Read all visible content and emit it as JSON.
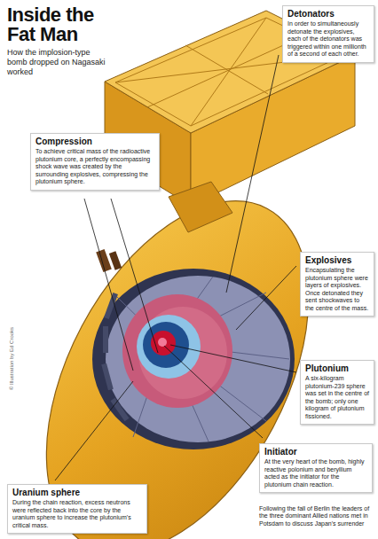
{
  "diagram": {
    "title": "Inside the Fat Man",
    "nodes": [
      {
        "text": [
          "Detonators",
          "In order to simultaneously detonate the explosives, each of the detonators was triggered within one millionth of a second of each other."
        ]
      },
      {
        "text": [
          "Compression",
          "To achieve critical mass of the radioactive plutonium core, a perfectly encompassing shock wave was created by the surrounding explosives, compressing the plutonium sphere."
        ]
      },
      {
        "text": [
          "Explosives",
          "Encapsulating the plutonium sphere were layers of explosives. Once detonated they sent shockwaves to the centre of the mass."
        ]
      },
      {
        "text": [
          "Plutonium",
          "A six-kilogram plutonium-239 sphere was set in the centre of the bomb; only one kilogram of plutonium fissioned."
        ]
      },
      {
        "text": [
          "Initiator",
          "At the very heart of the bomb, highly reactive polonium and beryllium acted as the initiator for the plutonium chain reaction."
        ]
      },
      {
        "text": [
          "Uranium sphere",
          "During the chain reaction, excess neutrons were reflected back into the core by the uranium sphere to increase the plutonium's critical mass."
        ]
      }
    ],
    "labels": [
      "How the implosion-type bomb dropped on Nagasaki worked",
      "© Illustration by Ed Crooks",
      "Following the fall of Berlin the leaders of the three dominant Allied nations met in Potsdam to discuss Japan's surrender"
    ]
  }
}
